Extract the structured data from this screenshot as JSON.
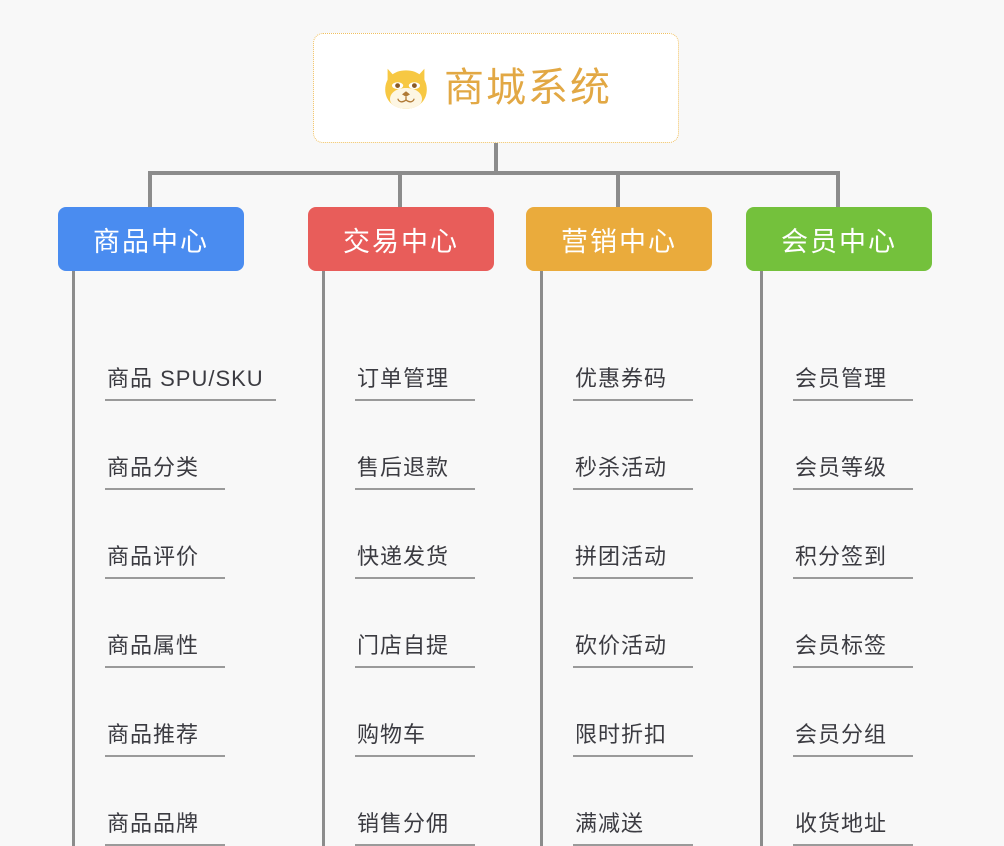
{
  "diagram": {
    "type": "mind-map",
    "title": "商城系统",
    "background_color": "#f8f8f8",
    "root": {
      "label": "商城系统",
      "icon": "shiba-dog-face-icon",
      "text_color": "#e2a844",
      "border_color": "#f0c060",
      "background_color": "#ffffff"
    },
    "connector_color": "#8c8c8c",
    "leaf_text_color": "#3b3b41",
    "leaf_underline_color": "#9a9a9a",
    "categories": [
      {
        "label": "商品中心",
        "color": "#4a8cf0",
        "items": [
          "商品 SPU/SKU",
          "商品分类",
          "商品评价",
          "商品属性",
          "商品推荐",
          "商品品牌"
        ]
      },
      {
        "label": "交易中心",
        "color": "#e85d5a",
        "items": [
          "订单管理",
          "售后退款",
          "快递发货",
          "门店自提",
          "购物车",
          "销售分佣"
        ]
      },
      {
        "label": "营销中心",
        "color": "#eaab3c",
        "items": [
          "优惠券码",
          "秒杀活动",
          "拼团活动",
          "砍价活动",
          "限时折扣",
          "满减送"
        ]
      },
      {
        "label": "会员中心",
        "color": "#74c13c",
        "items": [
          "会员管理",
          "会员等级",
          "积分签到",
          "会员标签",
          "会员分组",
          "收货地址"
        ]
      }
    ]
  }
}
